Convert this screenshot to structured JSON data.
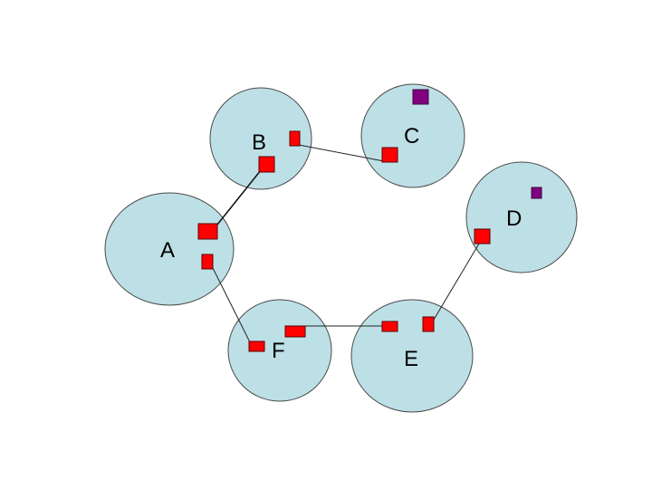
{
  "diagram": {
    "nodes": [
      {
        "id": "A",
        "label": "A"
      },
      {
        "id": "B",
        "label": "B"
      },
      {
        "id": "C",
        "label": "C"
      },
      {
        "id": "D",
        "label": "D"
      },
      {
        "id": "E",
        "label": "E"
      },
      {
        "id": "F",
        "label": "F"
      }
    ],
    "edges": [
      {
        "from": "A",
        "to": "B"
      },
      {
        "from": "B",
        "to": "C"
      },
      {
        "from": "A",
        "to": "F"
      },
      {
        "from": "F",
        "to": "E"
      },
      {
        "from": "E",
        "to": "D"
      }
    ],
    "colors": {
      "node_fill": "#bde0e6",
      "port_fill": "#ff0000",
      "marker_fill": "#800080"
    }
  }
}
